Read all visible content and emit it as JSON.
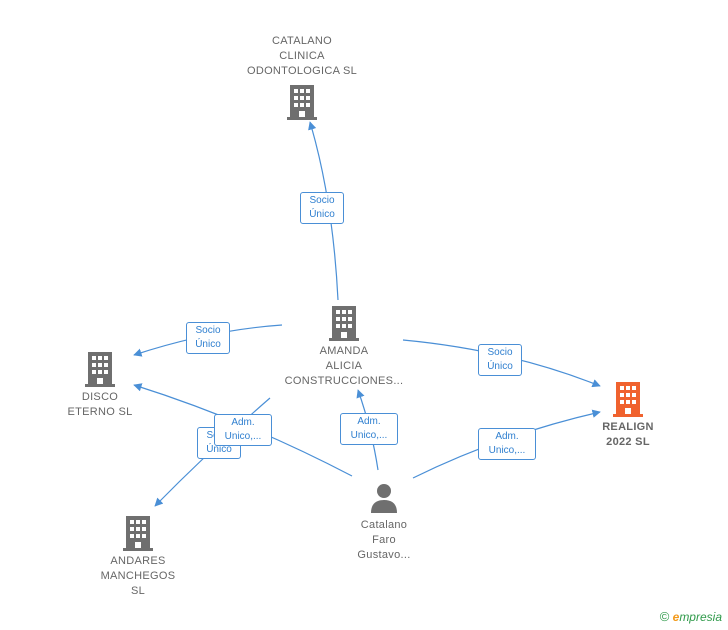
{
  "nodes": {
    "catalano_clinica": {
      "label_lines": [
        "CATALANO",
        "CLINICA",
        "ODONTOLOGICA SL"
      ],
      "icon": "building-icon",
      "color": "#6f6f6f"
    },
    "amanda_alicia": {
      "label_lines": [
        "AMANDA",
        "ALICIA",
        "CONSTRUCCIONES..."
      ],
      "icon": "building-icon",
      "color": "#6f6f6f"
    },
    "disco_eterno": {
      "label_lines": [
        "DISCO",
        "ETERNO  SL"
      ],
      "icon": "building-icon",
      "color": "#6f6f6f"
    },
    "realign": {
      "label_lines": [
        "REALIGN",
        "2022  SL"
      ],
      "icon": "building-icon",
      "color": "#f0622e"
    },
    "andares_manchegos": {
      "label_lines": [
        "ANDARES",
        "MANCHEGOS",
        "SL"
      ],
      "icon": "building-icon",
      "color": "#6f6f6f"
    },
    "catalano_faro": {
      "label_lines": [
        "Catalano",
        "Faro",
        "Gustavo..."
      ],
      "icon": "person-icon",
      "color": "#6f6f6f"
    }
  },
  "edge_labels": {
    "amanda_to_clinica": [
      "Socio",
      "Único"
    ],
    "amanda_to_disco": [
      "Socio",
      "Único"
    ],
    "amanda_to_realign": [
      "Socio",
      "Único"
    ],
    "person_to_andares": [
      "Socio",
      "Único"
    ],
    "person_to_amanda": [
      "Adm.",
      "Unico,..."
    ],
    "person_to_disco": [
      "Adm.",
      "Unico,..."
    ],
    "person_to_realign": [
      "Adm.",
      "Unico,..."
    ]
  },
  "colors": {
    "edge": "#4a8fd6",
    "node_gray": "#6f6f6f",
    "highlight": "#f0622e"
  },
  "footer": {
    "copyright": "©",
    "brand_initial": "e",
    "brand_rest": "mpresia"
  }
}
